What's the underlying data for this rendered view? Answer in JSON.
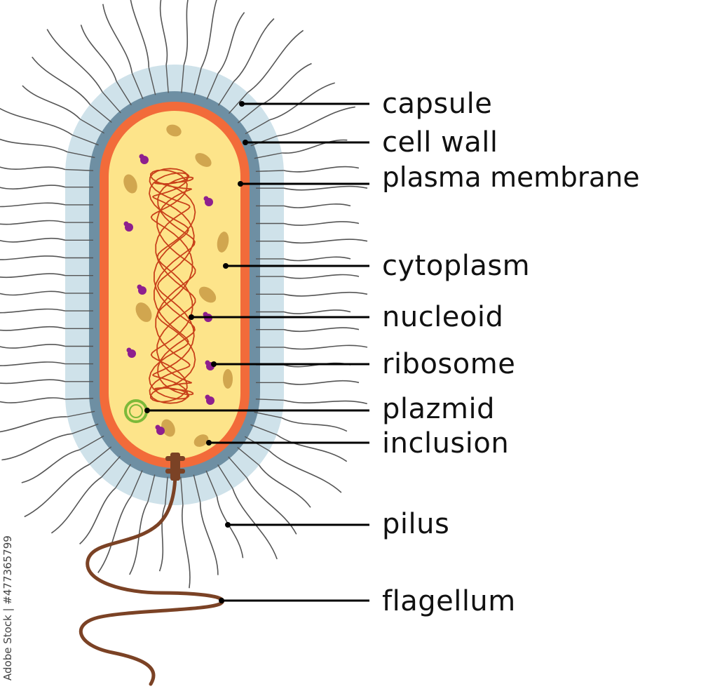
{
  "labels": {
    "capsule": "capsule",
    "cell_wall": "cell wall",
    "plasma_membrane": "plasma membrane",
    "cytoplasm": "cytoplasm",
    "nucleoid": "nucleoid",
    "ribosome": "ribosome",
    "plazmid": "plazmid",
    "inclusion": "inclusion",
    "pilus": "pilus",
    "flagellum": "flagellum"
  },
  "watermark": "Adobe Stock | #477365799",
  "colors": {
    "capsule": "#cfe2ea",
    "cell_wall": "#6e8fa3",
    "plasma_membrane": "#f26b3a",
    "cytoplasm": "#fde48a",
    "nucleoid": "#c8401a",
    "ribosome": "#8e1f8e",
    "plasmid": "#7cb93a",
    "inclusion": "#d1a64f",
    "flagellum": "#7b4225",
    "pilus": "#555555",
    "leader": "#000000"
  }
}
